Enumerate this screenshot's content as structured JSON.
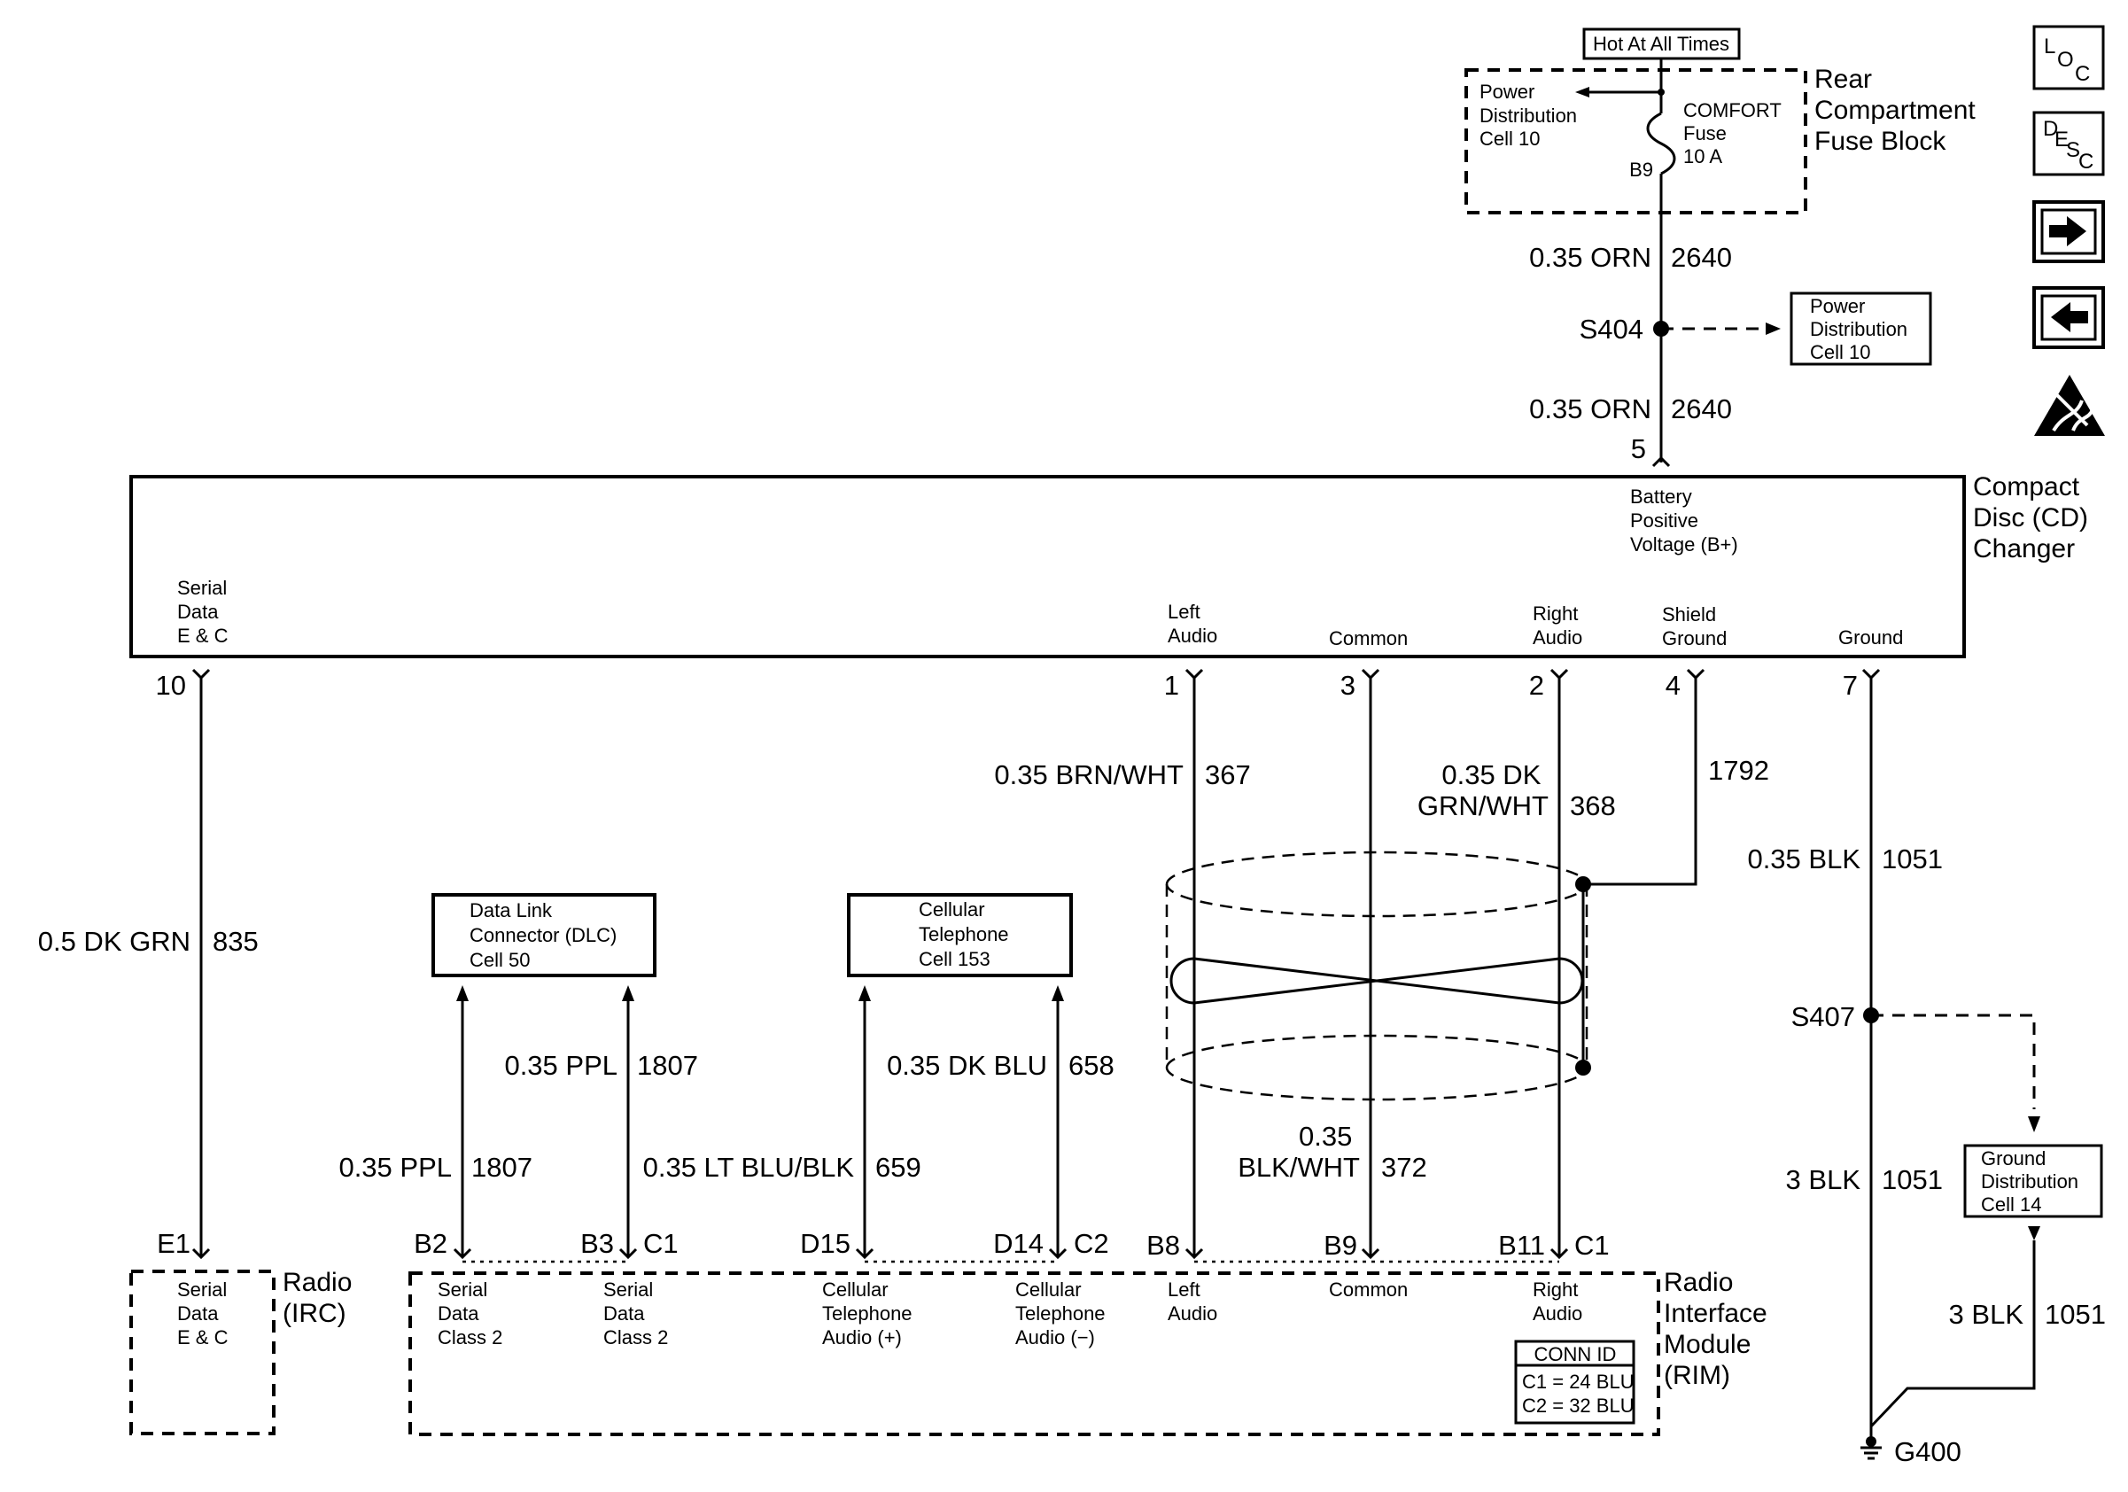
{
  "fuse_block": {
    "hot_label": "Hot At All Times",
    "title_lines": [
      "Rear",
      "Compartment",
      "Fuse Block"
    ],
    "pdc_lines": [
      "Power",
      "Distribution",
      "Cell 10"
    ],
    "fuse_lines": [
      "COMFORT",
      "Fuse",
      "10 A"
    ],
    "pin": "B9"
  },
  "top_wires": {
    "w1_gauge": "0.35 ORN",
    "w1_circuit": "2640",
    "splice": "S404",
    "splice_ref_lines": [
      "Power",
      "Distribution",
      "Cell 10"
    ],
    "w2_gauge": "0.35 ORN",
    "w2_circuit": "2640",
    "pin": "5"
  },
  "cd_changer": {
    "title_lines": [
      "Compact",
      "Disc (CD)",
      "Changer"
    ],
    "battery_lines": [
      "Battery",
      "Positive",
      "Voltage (B+)"
    ],
    "serial_lines": [
      "Serial",
      "Data",
      "E & C"
    ],
    "left_audio_lines": [
      "Left",
      "Audio"
    ],
    "common": "Common",
    "right_audio_lines": [
      "Right",
      "Audio"
    ],
    "shield_lines": [
      "Shield",
      "Ground"
    ],
    "ground": "Ground",
    "pins": {
      "serial": "10",
      "left": "1",
      "common": "3",
      "right": "2",
      "shield": "4",
      "ground": "7"
    }
  },
  "wires": {
    "serial_gauge": "0.5 DK GRN",
    "serial_circuit": "835",
    "left_gauge": "0.35 BRN/WHT",
    "left_circuit": "367",
    "right_gauge_lines": [
      "0.35 DK",
      "GRN/WHT"
    ],
    "right_circuit": "368",
    "shield_circuit": "1792",
    "common_gauge_lines": [
      "0.35",
      "BLK/WHT"
    ],
    "common_circuit": "372",
    "ground_gauge": "0.35 BLK",
    "ground_circuit": "1051",
    "ground_splice": "S407",
    "ground2_gauge": "3 BLK",
    "ground2_circuit": "1051",
    "ground3_gauge": "3 BLK",
    "ground3_circuit": "1051",
    "ground_point": "G400",
    "dlc_gauge_a": "0.35 PPL",
    "dlc_circuit_a": "1807",
    "dlc_gauge_b": "0.35 PPL",
    "dlc_circuit_b": "1807",
    "cell_gauge_a": "0.35 LT BLU/BLK",
    "cell_circuit_a": "659",
    "cell_gauge_b": "0.35 DK BLU",
    "cell_circuit_b": "658"
  },
  "refs": {
    "dlc_lines": [
      "Data Link",
      "Connector (DLC)",
      "Cell 50"
    ],
    "cell_lines": [
      "Cellular",
      "Telephone",
      "Cell 153"
    ],
    "ground_dist_lines": [
      "Ground",
      "Distribution",
      "Cell 14"
    ]
  },
  "radio": {
    "title_lines": [
      "Radio",
      "(IRC)"
    ],
    "pin": "E1",
    "serial_lines": [
      "Serial",
      "Data",
      "E & C"
    ]
  },
  "rim": {
    "title_lines": [
      "Radio",
      "Interface",
      "Module",
      "(RIM)"
    ],
    "pins": [
      "B2",
      "B3",
      "C1",
      "D15",
      "D14",
      "C2",
      "B8",
      "B9",
      "B11",
      "C1"
    ],
    "serial_class2_a": [
      "Serial",
      "Data",
      "Class 2"
    ],
    "serial_class2_b": [
      "Serial",
      "Data",
      "Class 2"
    ],
    "cell_audio_pos": [
      "Cellular",
      "Telephone",
      "Audio (+)"
    ],
    "cell_audio_neg": [
      "Cellular",
      "Telephone",
      "Audio (−)"
    ],
    "left_audio_lines": [
      "Left",
      "Audio"
    ],
    "common": "Common",
    "right_audio_lines": [
      "Right",
      "Audio"
    ],
    "conn_id_title": "CONN ID",
    "conn_id_lines": [
      "C1 = 24 BLU",
      "C2 = 32 BLU"
    ]
  },
  "icons": {
    "loc": {
      "l": "L",
      "o": "O",
      "c": "C"
    },
    "desc": {
      "d": "D",
      "e": "E",
      "s": "S",
      "c": "C"
    },
    "next": "arrow-right-icon",
    "prev": "arrow-left-icon",
    "esd": "esd-warning-icon"
  }
}
